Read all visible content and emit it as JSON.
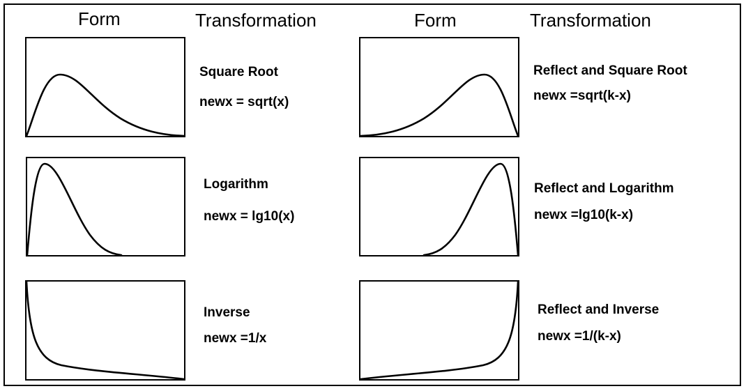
{
  "headers": {
    "form_left": "Form",
    "transformation_left": "Transformation",
    "form_right": "Form",
    "transformation_right": "Transformation"
  },
  "rows": [
    {
      "left": {
        "name": "Square Root",
        "formula": "newx = sqrt(x)"
      },
      "right": {
        "name": "Reflect and Square Root",
        "formula": "newx =sqrt(k-x)"
      }
    },
    {
      "left": {
        "name": "Logarithm",
        "formula": "newx = lg10(x)"
      },
      "right": {
        "name": "Reflect and Logarithm",
        "formula": "newx =lg10(k-x)"
      }
    },
    {
      "left": {
        "name": "Inverse",
        "formula": "newx =1/x"
      },
      "right": {
        "name": "Reflect and Inverse",
        "formula": "newx =1/(k-x)"
      }
    }
  ]
}
